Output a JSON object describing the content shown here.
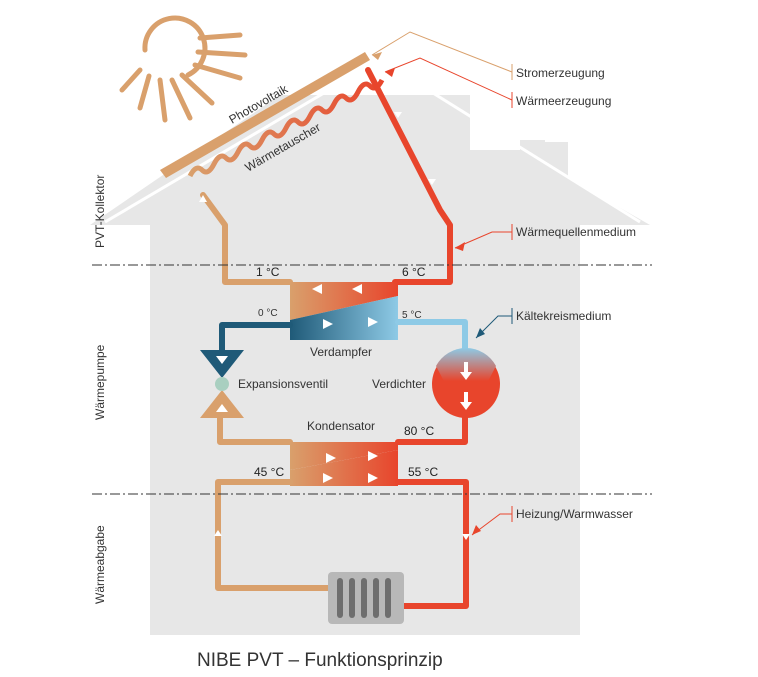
{
  "title": "NIBE PVT – Funktionsprinzip",
  "sections": {
    "collector": "PVT-Kollektor",
    "heat_pump": "Wärmepumpe",
    "heat_output": "Wärmeabgabe"
  },
  "callouts": {
    "power": "Stromerzeugung",
    "heat_gen": "Wärmeerzeugung",
    "source_medium": "Wärmequellenmedium",
    "refrigerant": "Kältekreismedium",
    "heating": "Heizung/Warmwasser"
  },
  "components": {
    "photovoltaic": "Photovoltaik",
    "heat_exchanger": "Wärmetauscher",
    "evaporator": "Verdampfer",
    "expansion_valve": "Expansionsventil",
    "compressor": "Verdichter",
    "condenser": "Kondensator"
  },
  "temperatures": {
    "collector_return": "1 °C",
    "collector_supply": "6 °C",
    "evap_in": "0 °C",
    "evap_out": "5 °C",
    "cond_in": "80 °C",
    "heating_return": "45 °C",
    "heating_supply": "55 °C"
  },
  "colors": {
    "hot": "#e8452c",
    "warm": "#d9a06c",
    "cold": "#8ecae6",
    "dark_cold": "#1f5a78",
    "house": "#e7e7e7",
    "sun": "#d9a06c"
  }
}
